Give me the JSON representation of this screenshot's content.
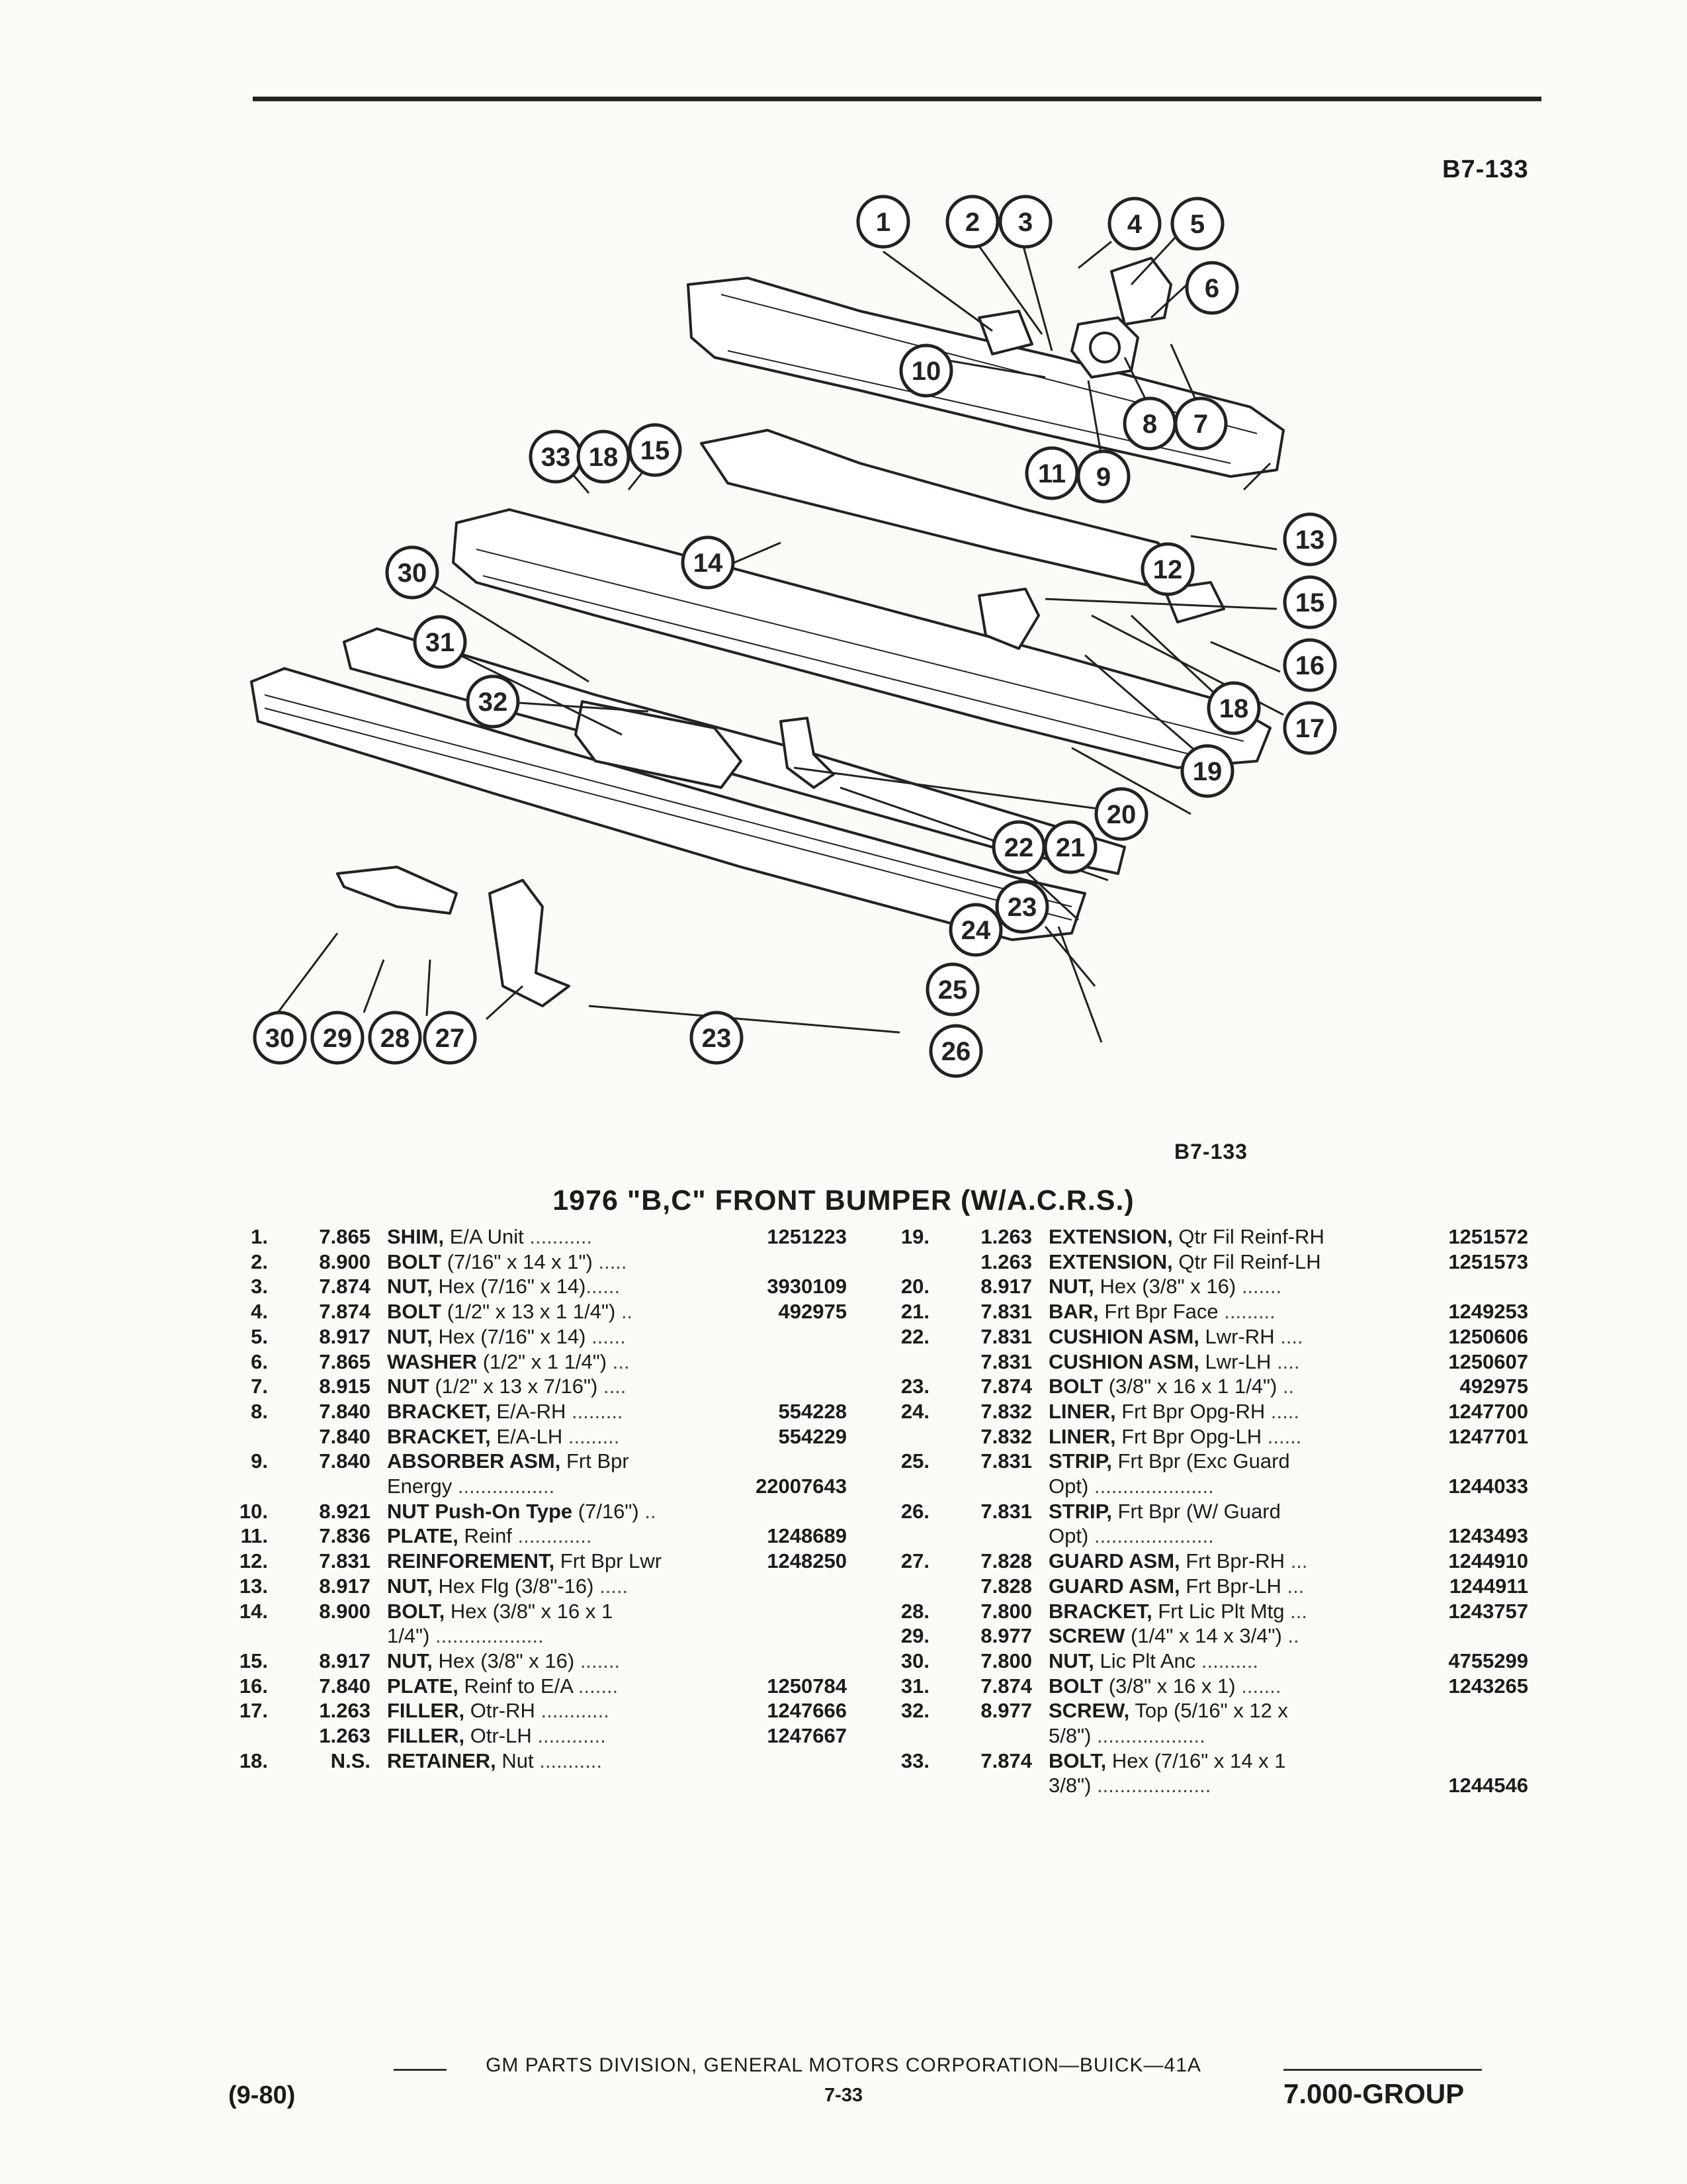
{
  "figure_id_top": "B7-133",
  "figure_id_bottom": "B7-133",
  "title": "1976 \"B,C\" FRONT BUMPER (W/A.C.R.S.)",
  "callouts": [
    "1",
    "2",
    "3",
    "4",
    "5",
    "6",
    "7",
    "8",
    "9",
    "10",
    "11",
    "12",
    "13",
    "14",
    "15",
    "16",
    "17",
    "18",
    "19",
    "20",
    "21",
    "22",
    "23",
    "24",
    "25",
    "26",
    "27",
    "28",
    "29",
    "30",
    "31",
    "32",
    "33"
  ],
  "parts_left": [
    {
      "num": "1.",
      "code": "7.865",
      "name": "SHIM,",
      "desc": " E/A Unit ",
      "lead": "...........",
      "pn": "1251223"
    },
    {
      "num": "2.",
      "code": "8.900",
      "name": "BOLT",
      "desc": " (7/16\" x 14 x 1\") ",
      "lead": ".....",
      "pn": ""
    },
    {
      "num": "3.",
      "code": "7.874",
      "name": "NUT,",
      "desc": " Hex (7/16\" x 14)",
      "lead": "......",
      "pn": "3930109"
    },
    {
      "num": "4.",
      "code": "7.874",
      "name": "BOLT",
      "desc": " (1/2\" x 13 x 1 1/4\") ",
      "lead": "..",
      "pn": "492975"
    },
    {
      "num": "5.",
      "code": "8.917",
      "name": "NUT,",
      "desc": " Hex (7/16\" x 14) ",
      "lead": "......",
      "pn": ""
    },
    {
      "num": "6.",
      "code": "7.865",
      "name": "WASHER",
      "desc": " (1/2\" x 1 1/4\") ",
      "lead": "...",
      "pn": ""
    },
    {
      "num": "7.",
      "code": "8.915",
      "name": "NUT",
      "desc": " (1/2\" x 13 x 7/16\") ",
      "lead": "....",
      "pn": ""
    },
    {
      "num": "8.",
      "code": "7.840",
      "name": "BRACKET,",
      "desc": " E/A-RH ",
      "lead": ".........",
      "pn": "554228"
    },
    {
      "num": "",
      "code": "7.840",
      "name": "BRACKET,",
      "desc": " E/A-LH ",
      "lead": ".........",
      "pn": "554229"
    },
    {
      "num": "9.",
      "code": "7.840",
      "name": "ABSORBER ASM,",
      "desc": " Frt Bpr",
      "lead": "",
      "pn": ""
    },
    {
      "num": "",
      "code": "",
      "name": "",
      "desc": "Energy ",
      "lead": ".................",
      "pn": "22007643"
    },
    {
      "num": "10.",
      "code": "8.921",
      "name": "NUT Push-On Type",
      "desc": " (7/16\") ",
      "lead": "..",
      "pn": ""
    },
    {
      "num": "11.",
      "code": "7.836",
      "name": "PLATE,",
      "desc": " Reinf ",
      "lead": ".............",
      "pn": "1248689"
    },
    {
      "num": "12.",
      "code": "7.831",
      "name": "REINFOREMENT,",
      "desc": " Frt Bpr Lwr",
      "lead": "",
      "pn": "1248250"
    },
    {
      "num": "13.",
      "code": "8.917",
      "name": "NUT,",
      "desc": " Hex Flg (3/8\"-16) ",
      "lead": ".....",
      "pn": ""
    },
    {
      "num": "14.",
      "code": "8.900",
      "name": "BOLT,",
      "desc": " Hex (3/8\" x 16 x 1",
      "lead": "",
      "pn": ""
    },
    {
      "num": "",
      "code": "",
      "name": "",
      "desc": "1/4\") ",
      "lead": "...................",
      "pn": ""
    },
    {
      "num": "15.",
      "code": "8.917",
      "name": "NUT,",
      "desc": " Hex (3/8\" x 16) ",
      "lead": ".......",
      "pn": ""
    },
    {
      "num": "16.",
      "code": "7.840",
      "name": "PLATE,",
      "desc": " Reinf to E/A ",
      "lead": ".......",
      "pn": "1250784"
    },
    {
      "num": "17.",
      "code": "1.263",
      "name": "FILLER,",
      "desc": " Otr-RH ",
      "lead": "............",
      "pn": "1247666"
    },
    {
      "num": "",
      "code": "1.263",
      "name": "FILLER,",
      "desc": " Otr-LH ",
      "lead": "............",
      "pn": "1247667"
    },
    {
      "num": "18.",
      "code": "N.S.",
      "name": "RETAINER,",
      "desc": " Nut ",
      "lead": "...........",
      "pn": ""
    }
  ],
  "parts_right": [
    {
      "num": "19.",
      "code": "1.263",
      "name": "EXTENSION,",
      "desc": " Qtr Fil Reinf-RH",
      "lead": "",
      "pn": "1251572"
    },
    {
      "num": "",
      "code": "1.263",
      "name": "EXTENSION,",
      "desc": " Qtr Fil Reinf-LH",
      "lead": "",
      "pn": "1251573"
    },
    {
      "num": "20.",
      "code": "8.917",
      "name": "NUT,",
      "desc": " Hex (3/8\" x 16) ",
      "lead": ".......",
      "pn": ""
    },
    {
      "num": "21.",
      "code": "7.831",
      "name": "BAR,",
      "desc": " Frt Bpr Face ",
      "lead": ".........",
      "pn": "1249253"
    },
    {
      "num": "22.",
      "code": "7.831",
      "name": "CUSHION ASM,",
      "desc": " Lwr-RH ",
      "lead": "....",
      "pn": "1250606"
    },
    {
      "num": "",
      "code": "7.831",
      "name": "CUSHION ASM,",
      "desc": " Lwr-LH ",
      "lead": "....",
      "pn": "1250607"
    },
    {
      "num": "23.",
      "code": "7.874",
      "name": "BOLT",
      "desc": " (3/8\" x 16 x 1 1/4\") ",
      "lead": "..",
      "pn": "492975"
    },
    {
      "num": "24.",
      "code": "7.832",
      "name": "LINER,",
      "desc": " Frt Bpr Opg-RH ",
      "lead": ".....",
      "pn": "1247700"
    },
    {
      "num": "",
      "code": "7.832",
      "name": "LINER,",
      "desc": " Frt Bpr Opg-LH ",
      "lead": "......",
      "pn": "1247701"
    },
    {
      "num": "25.",
      "code": "7.831",
      "name": "STRIP,",
      "desc": " Frt Bpr (Exc Guard",
      "lead": "",
      "pn": ""
    },
    {
      "num": "",
      "code": "",
      "name": "",
      "desc": "Opt) ",
      "lead": ".....................",
      "pn": "1244033"
    },
    {
      "num": "26.",
      "code": "7.831",
      "name": "STRIP,",
      "desc": " Frt Bpr (W/ Guard",
      "lead": "",
      "pn": ""
    },
    {
      "num": "",
      "code": "",
      "name": "",
      "desc": "Opt) ",
      "lead": ".....................",
      "pn": "1243493"
    },
    {
      "num": "27.",
      "code": "7.828",
      "name": "GUARD ASM,",
      "desc": " Frt Bpr-RH ",
      "lead": "...",
      "pn": "1244910"
    },
    {
      "num": "",
      "code": "7.828",
      "name": "GUARD ASM,",
      "desc": " Frt Bpr-LH ",
      "lead": "...",
      "pn": "1244911"
    },
    {
      "num": "28.",
      "code": "7.800",
      "name": "BRACKET,",
      "desc": " Frt Lic Plt Mtg ",
      "lead": "...",
      "pn": "1243757"
    },
    {
      "num": "29.",
      "code": "8.977",
      "name": "SCREW",
      "desc": " (1/4\" x 14 x 3/4\") ",
      "lead": "..",
      "pn": ""
    },
    {
      "num": "30.",
      "code": "7.800",
      "name": "NUT,",
      "desc": " Lic Plt Anc ",
      "lead": "..........",
      "pn": "4755299"
    },
    {
      "num": "31.",
      "code": "7.874",
      "name": "BOLT",
      "desc": " (3/8\" x 16 x 1) ",
      "lead": ".......",
      "pn": "1243265"
    },
    {
      "num": "32.",
      "code": "8.977",
      "name": "SCREW,",
      "desc": " Top (5/16\" x 12 x",
      "lead": "",
      "pn": ""
    },
    {
      "num": "",
      "code": "",
      "name": "",
      "desc": "5/8\") ",
      "lead": "...................",
      "pn": ""
    },
    {
      "num": "33.",
      "code": "7.874",
      "name": "BOLT,",
      "desc": " Hex (7/16\" x 14 x 1",
      "lead": "",
      "pn": ""
    },
    {
      "num": "",
      "code": "",
      "name": "",
      "desc": "3/8\") ",
      "lead": "....................",
      "pn": "1244546"
    }
  ],
  "footer": {
    "text": "GM PARTS DIVISION, GENERAL MOTORS CORPORATION—BUICK—41A",
    "page": "7-33",
    "date_code": "(9-80)",
    "group": "7.000-GROUP"
  },
  "colors": {
    "ink": "#1b1b1b",
    "paper": "#fbfaf7"
  }
}
